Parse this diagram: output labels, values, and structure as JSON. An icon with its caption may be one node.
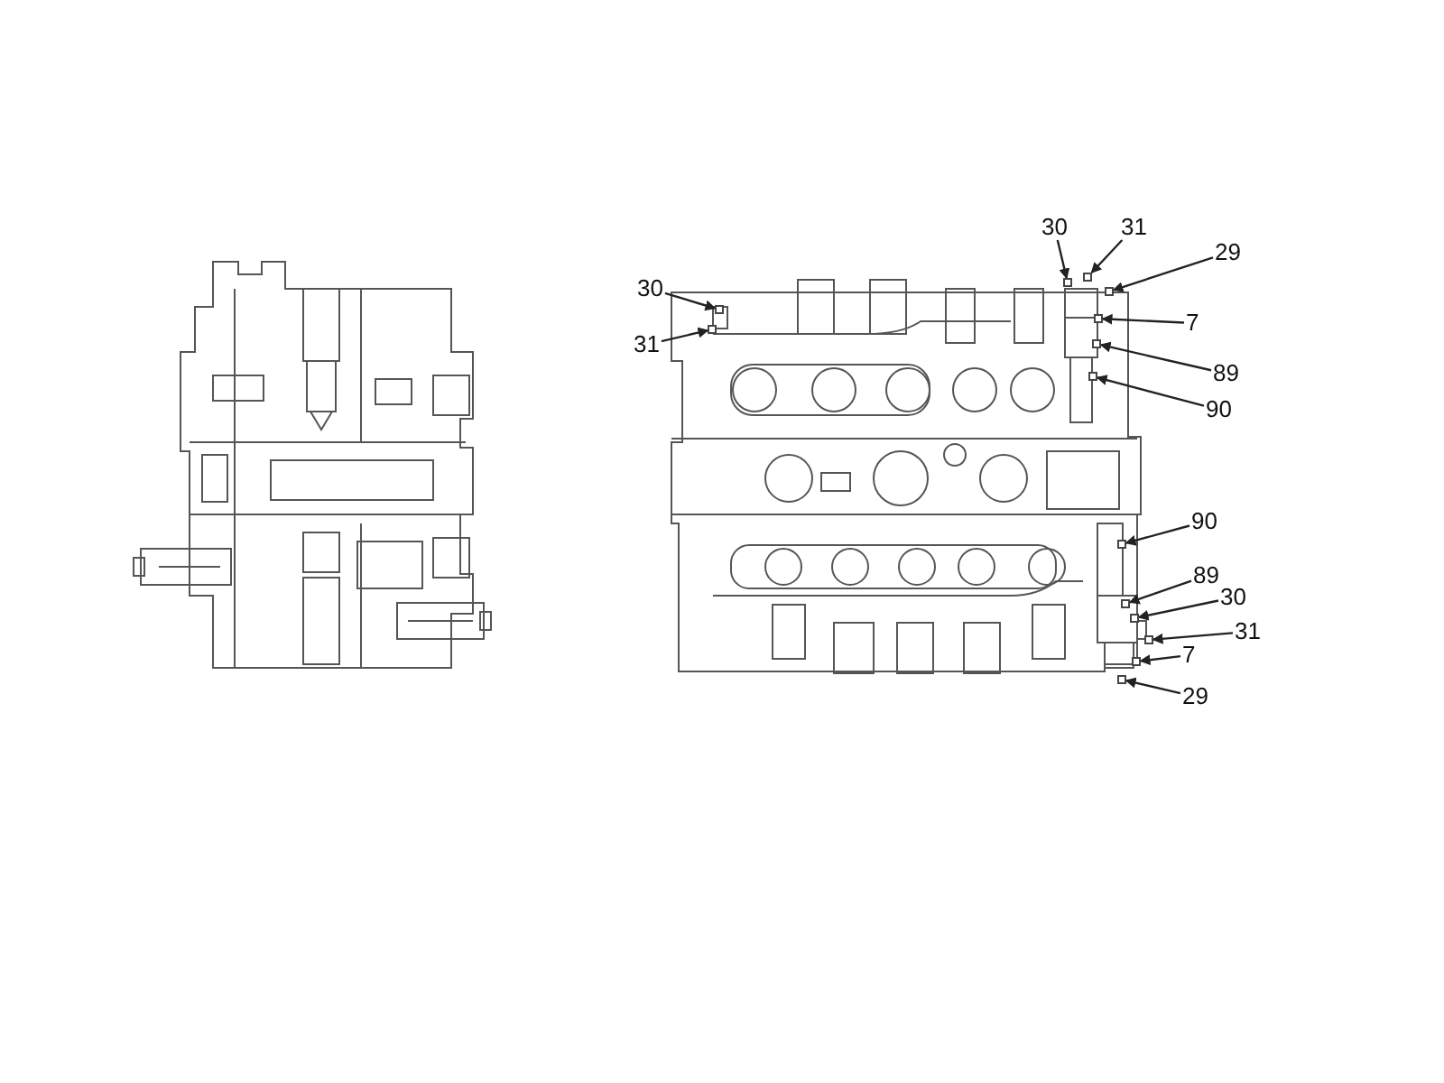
{
  "diagram": {
    "nodes": [
      {
        "text": [
          "30"
        ]
      },
      {
        "text": [
          "31"
        ]
      },
      {
        "text": [
          "30"
        ]
      },
      {
        "text": [
          "31"
        ]
      },
      {
        "text": [
          "29"
        ]
      },
      {
        "text": [
          "7"
        ]
      },
      {
        "text": [
          "89"
        ]
      },
      {
        "text": [
          "90"
        ]
      },
      {
        "text": [
          "90"
        ]
      },
      {
        "text": [
          "89"
        ]
      },
      {
        "text": [
          "30"
        ]
      },
      {
        "text": [
          "31"
        ]
      },
      {
        "text": [
          "7"
        ]
      },
      {
        "text": [
          "29"
        ]
      },
      {
        "text": [],
        "shape": "box"
      },
      {
        "text": [],
        "shape": "box"
      },
      {
        "text": [],
        "shape": "box"
      },
      {
        "text": [],
        "shape": "box"
      },
      {
        "text": [],
        "shape": "box"
      },
      {
        "text": [],
        "shape": "box"
      },
      {
        "text": [],
        "shape": "box"
      },
      {
        "text": [],
        "shape": "box"
      },
      {
        "text": [],
        "shape": "box"
      },
      {
        "text": [],
        "shape": "box"
      },
      {
        "text": [],
        "shape": "box"
      },
      {
        "text": [],
        "shape": "box"
      },
      {
        "text": [],
        "shape": "box"
      },
      {
        "text": [],
        "shape": "box"
      }
    ],
    "edges": [
      {
        "from": 0,
        "to": 14,
        "arrow": "to"
      },
      {
        "from": 1,
        "to": 15,
        "arrow": "to"
      },
      {
        "from": 2,
        "to": 16,
        "arrow": "to"
      },
      {
        "from": 3,
        "to": 17,
        "arrow": "to"
      },
      {
        "from": 4,
        "to": 18,
        "arrow": "to"
      },
      {
        "from": 5,
        "to": 19,
        "arrow": "to"
      },
      {
        "from": 6,
        "to": 20,
        "arrow": "to"
      },
      {
        "from": 7,
        "to": 21,
        "arrow": "to"
      },
      {
        "from": 8,
        "to": 22,
        "arrow": "to"
      },
      {
        "from": 9,
        "to": 23,
        "arrow": "to"
      },
      {
        "from": 10,
        "to": 24,
        "arrow": "to"
      },
      {
        "from": 11,
        "to": 25,
        "arrow": "to"
      },
      {
        "from": 12,
        "to": 26,
        "arrow": "to"
      },
      {
        "from": 13,
        "to": 27,
        "arrow": "to"
      }
    ]
  }
}
